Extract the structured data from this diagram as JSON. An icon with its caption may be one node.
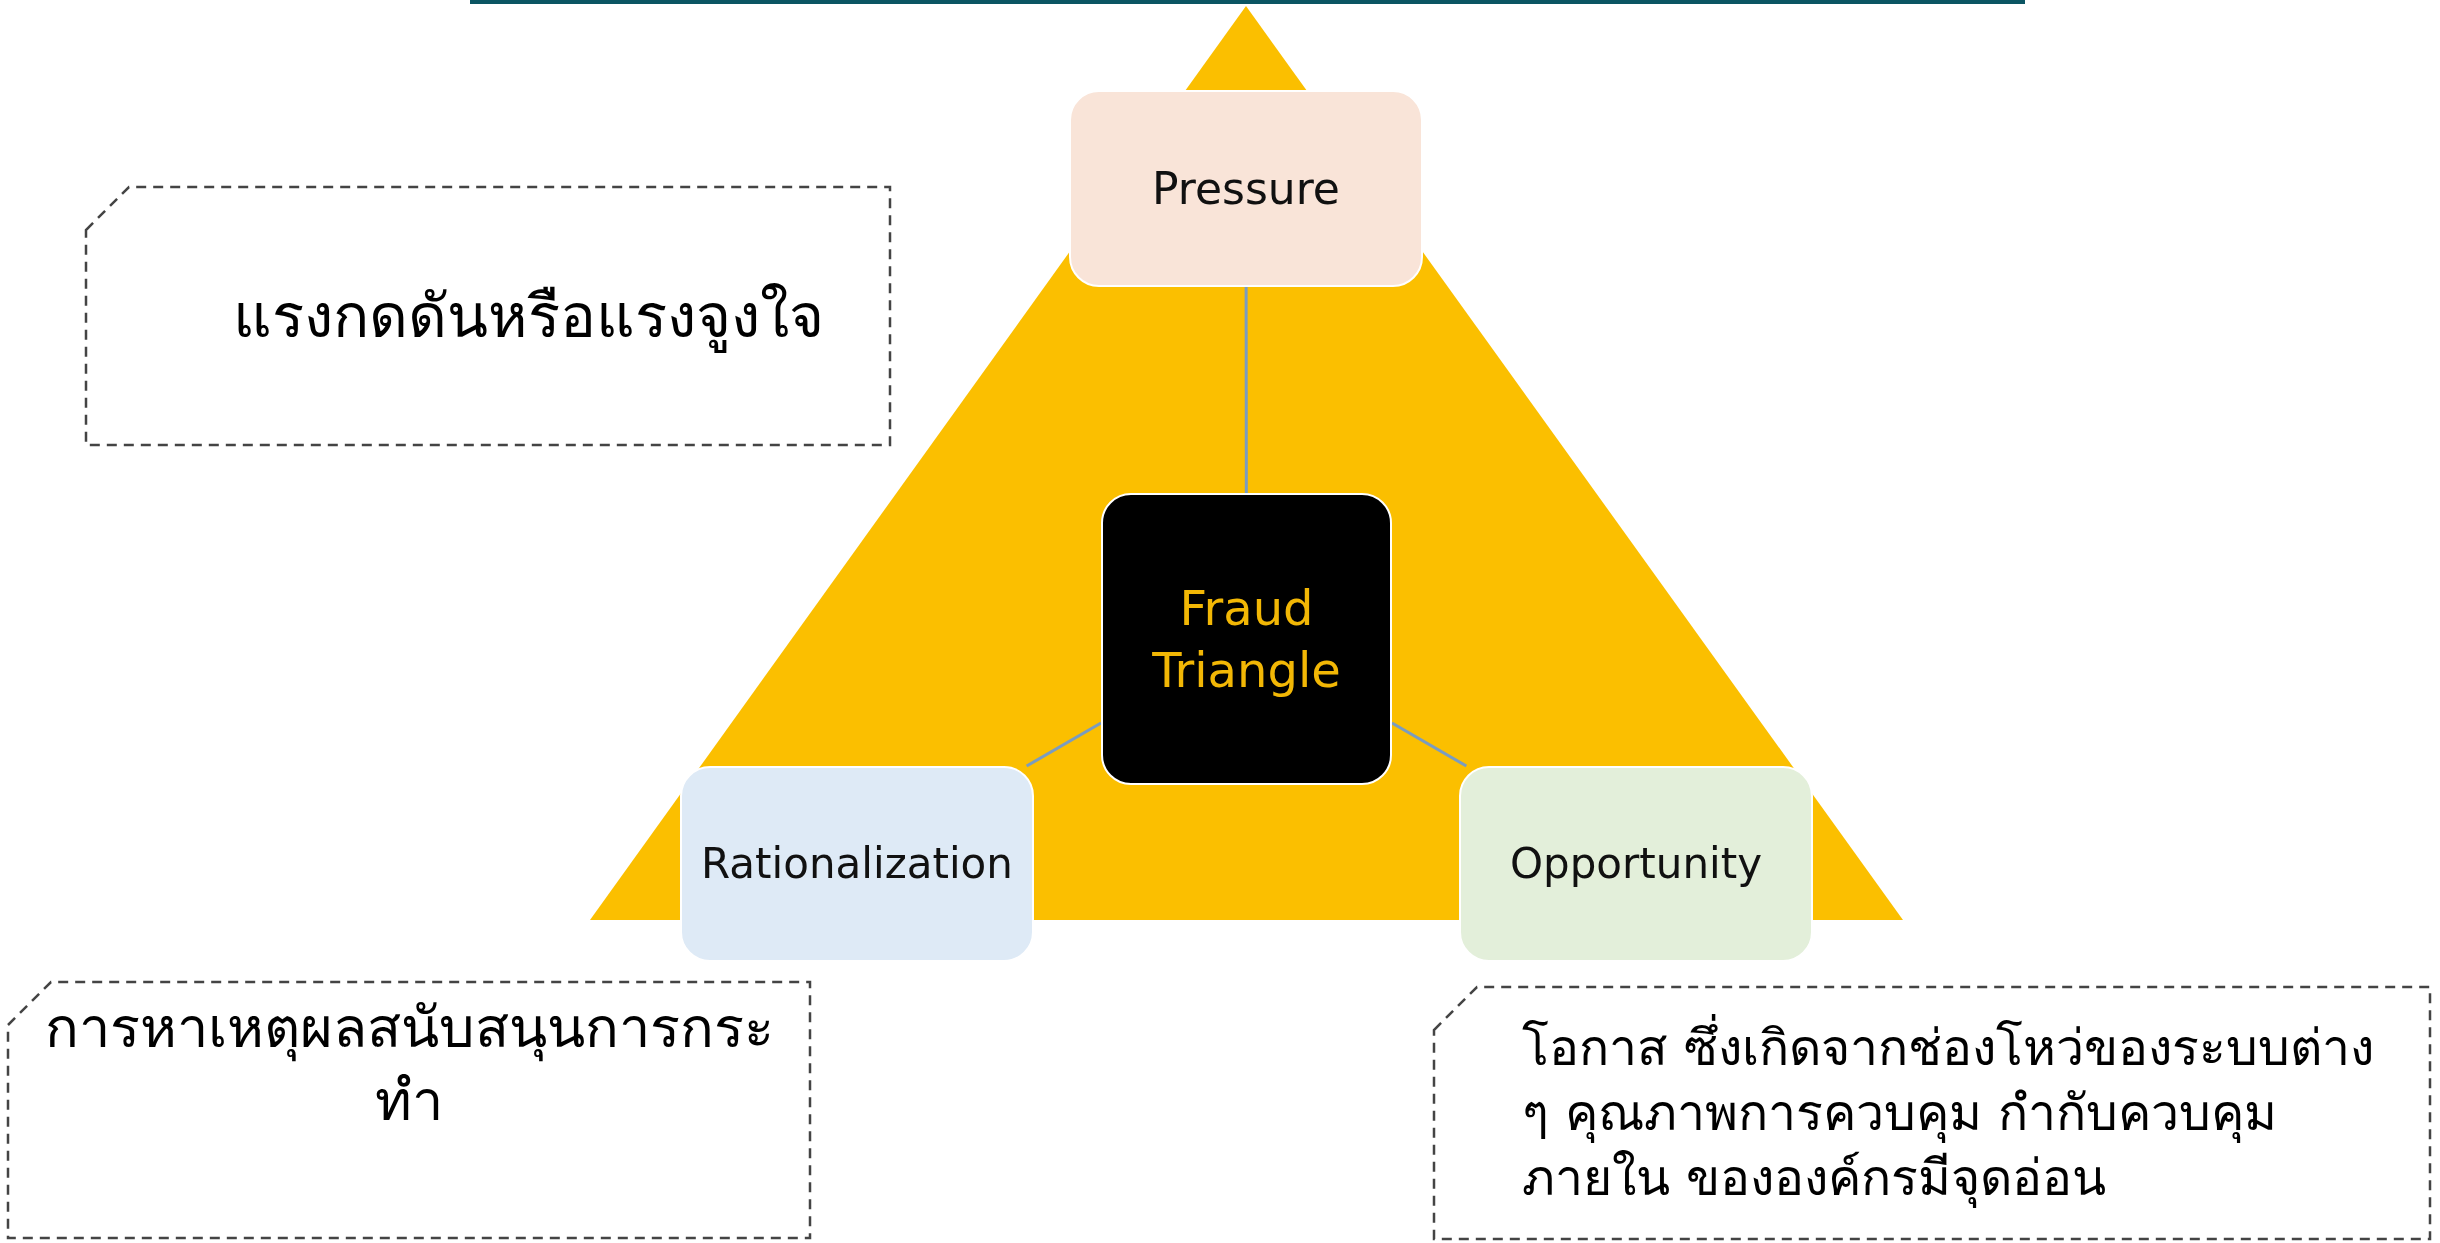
{
  "diagram": {
    "nodes": [
      {
        "text": [
          "Pressure"
        ]
      },
      {
        "text": [
          "แรงกดดันหรือแรงจูงใจ"
        ]
      },
      {
        "text": [
          "Fraud Triangle"
        ]
      },
      {
        "text": [
          "Rationalization"
        ]
      },
      {
        "text": [
          "Opportunity"
        ]
      },
      {
        "text": [
          "การหาเหตุผลสนับสนุนการกระทำ"
        ]
      },
      {
        "text": [
          "โอกาส ซึ่งเกิดจากช่องโหว่ของระบบต่าง ๆ คุณภาพการควบคุม กำกับควบคุมภายใน ขององค์กรมีจุดอ่อน"
        ]
      }
    ],
    "edges": [
      {
        "from": 2,
        "to": 0,
        "arrow": "none"
      },
      {
        "from": 2,
        "to": 3,
        "arrow": "none"
      },
      {
        "from": 2,
        "to": 4,
        "arrow": "none"
      }
    ]
  }
}
